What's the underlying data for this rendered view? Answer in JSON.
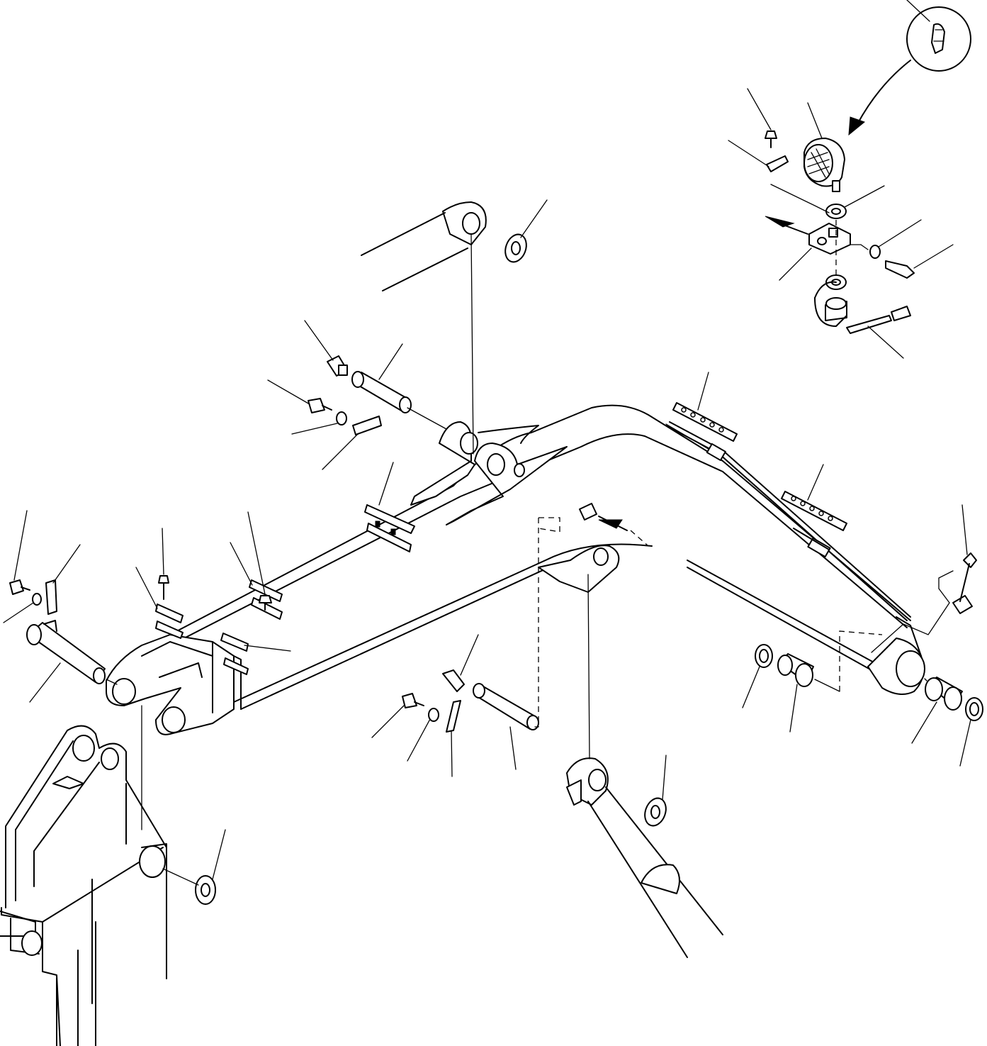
{
  "diagram": {
    "subject": "",
    "colors": {
      "ink": "#000000",
      "paper": "#ffffff"
    },
    "parts": [
      {
        "id": "arm-body",
        "icon": "boom-arm-icon"
      },
      {
        "id": "lamp-assembly",
        "icon": "work-lamp-icon"
      },
      {
        "id": "bulb-detail",
        "icon": "bulb-icon"
      },
      {
        "id": "boom-foot-pin",
        "icon": "pin-icon"
      },
      {
        "id": "arm-cylinder-pin",
        "icon": "pin-icon"
      },
      {
        "id": "bucket-cylinder-pin",
        "icon": "pin-icon"
      },
      {
        "id": "bushing-left",
        "icon": "bushing-icon"
      },
      {
        "id": "bushing-right",
        "icon": "bushing-icon"
      },
      {
        "id": "hose-clamps",
        "icon": "clamp-icon"
      },
      {
        "id": "grease-fittings",
        "icon": "grease-nipple-icon"
      },
      {
        "id": "shims",
        "icon": "washer-icon"
      }
    ]
  }
}
